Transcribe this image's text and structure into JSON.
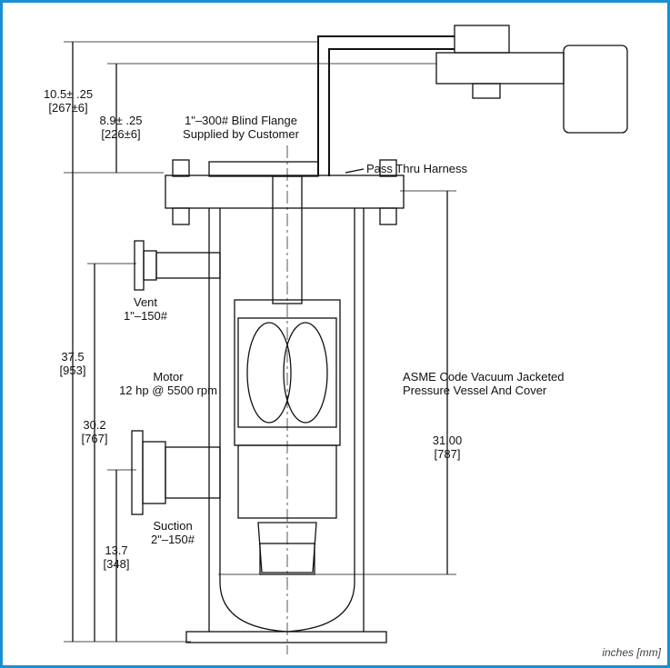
{
  "colors": {
    "border": "#1a8fd1",
    "line": "#111111",
    "background": "#ffffff"
  },
  "dimensions": {
    "overall_top": {
      "value": "10.5± .25",
      "metric": "[267±6]"
    },
    "top_flange": {
      "value": "8.9± .25",
      "metric": "[226±6]"
    },
    "overall_height": {
      "value": "37.5",
      "metric": "[953]"
    },
    "vent_height": {
      "value": "30.2",
      "metric": "[767]"
    },
    "suction_height": {
      "value": "13.7",
      "metric": "[348]"
    },
    "vessel_height": {
      "value": "31.00",
      "metric": "[787]"
    }
  },
  "callouts": {
    "blind_flange": [
      "1\"–300# Blind Flange",
      "Supplied by Customer"
    ],
    "pass_thru": "Pass Thru Harness",
    "vent": [
      "Vent",
      "1\"–150#"
    ],
    "motor": [
      "Motor",
      "12 hp @ 5500 rpm"
    ],
    "vessel": [
      "ASME Code Vacuum Jacketed",
      "Pressure Vessel And Cover"
    ],
    "suction": [
      "Suction",
      "2\"–150#"
    ]
  },
  "units_note": "inches [mm]"
}
